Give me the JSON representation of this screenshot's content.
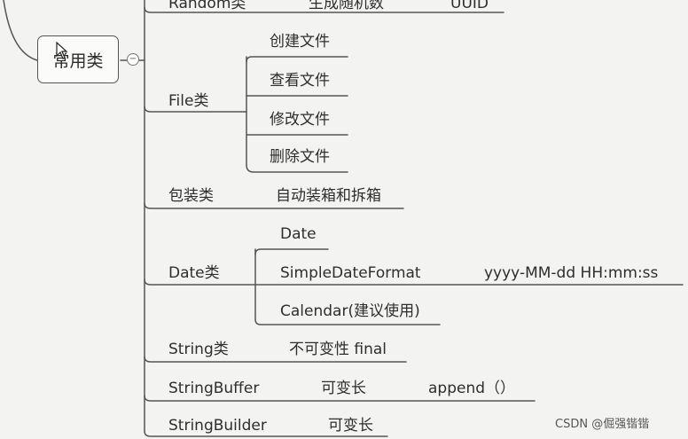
{
  "root": {
    "label": "常用类"
  },
  "branches": {
    "random": {
      "label": "Random类",
      "child": "生成随机数",
      "grandchild": "UUID"
    },
    "file": {
      "label": "File类",
      "children": [
        "创建文件",
        "查看文件",
        "修改文件",
        "删除文件"
      ]
    },
    "wrapper": {
      "label": "包装类",
      "child": "自动装箱和拆箱"
    },
    "date": {
      "label": "Date类",
      "children": [
        "Date",
        "SimpleDateFormat",
        "Calendar(建议使用)"
      ],
      "format": "yyyy-MM-dd HH:mm:ss"
    },
    "string": {
      "label": "String类",
      "child": "不可变性 final"
    },
    "stringbuffer": {
      "label": "StringBuffer",
      "child": "可变长",
      "grandchild": "append（）"
    },
    "stringbuilder": {
      "label": "StringBuilder",
      "child": "可变长"
    }
  },
  "watermark": "CSDN @倔强锴锴",
  "colors": {
    "background": "#f3f3f1",
    "line": "#555555",
    "text": "#2e2e2e"
  }
}
